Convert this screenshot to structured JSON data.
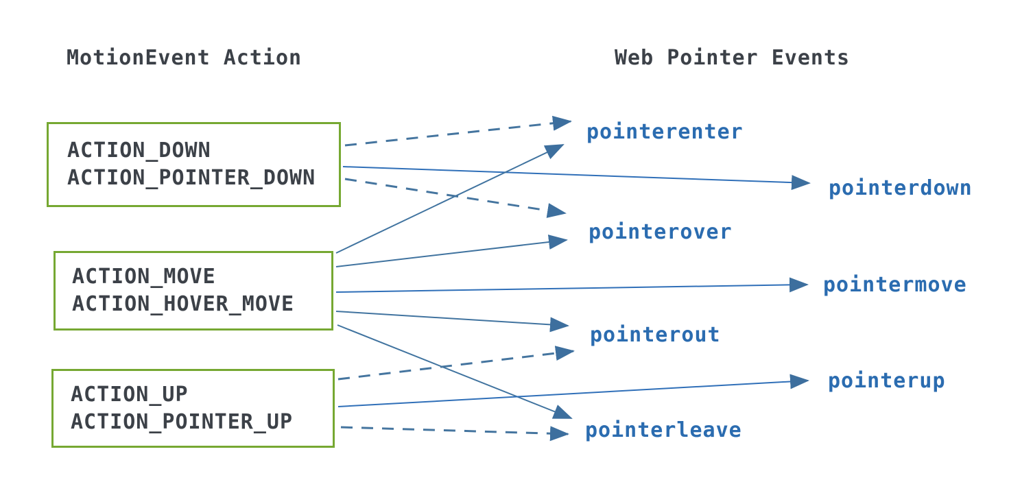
{
  "title_left": "MotionEvent Action",
  "title_right": "Web Pointer Events",
  "boxes": [
    {
      "line1": "ACTION_DOWN",
      "line2": "ACTION_POINTER_DOWN"
    },
    {
      "line1": "ACTION_MOVE",
      "line2": "ACTION_HOVER_MOVE"
    },
    {
      "line1": "ACTION_UP",
      "line2": "ACTION_POINTER_UP"
    }
  ],
  "events": [
    {
      "name": "pointerenter"
    },
    {
      "name": "pointerdown"
    },
    {
      "name": "pointerover"
    },
    {
      "name": "pointermove"
    },
    {
      "name": "pointerout"
    },
    {
      "name": "pointerup"
    },
    {
      "name": "pointerleave"
    }
  ],
  "connections": [
    {
      "from": "ACTION_DOWN / ACTION_POINTER_DOWN",
      "to": "pointerenter",
      "line": "dashed"
    },
    {
      "from": "ACTION_DOWN / ACTION_POINTER_DOWN",
      "to": "pointerdown",
      "line": "solid"
    },
    {
      "from": "ACTION_DOWN / ACTION_POINTER_DOWN",
      "to": "pointerover",
      "line": "dashed"
    },
    {
      "from": "ACTION_MOVE / ACTION_HOVER_MOVE",
      "to": "pointerenter",
      "line": "solid"
    },
    {
      "from": "ACTION_MOVE / ACTION_HOVER_MOVE",
      "to": "pointerover",
      "line": "solid"
    },
    {
      "from": "ACTION_MOVE / ACTION_HOVER_MOVE",
      "to": "pointermove",
      "line": "solid"
    },
    {
      "from": "ACTION_MOVE / ACTION_HOVER_MOVE",
      "to": "pointerout",
      "line": "solid"
    },
    {
      "from": "ACTION_MOVE / ACTION_HOVER_MOVE",
      "to": "pointerleave",
      "line": "solid"
    },
    {
      "from": "ACTION_UP / ACTION_POINTER_UP",
      "to": "pointerout",
      "line": "dashed"
    },
    {
      "from": "ACTION_UP / ACTION_POINTER_UP",
      "to": "pointerup",
      "line": "solid"
    },
    {
      "from": "ACTION_UP / ACTION_POINTER_UP",
      "to": "pointerleave",
      "line": "dashed"
    }
  ],
  "colors": {
    "box_border": "#76a832",
    "action_text": "#3c4148",
    "event_text": "#2b6cb0",
    "arrow_solid": "#40739f",
    "arrow_bright": "#2f6fb8",
    "arrow_dashed": "#45759f",
    "arrowhead": "#3d6f9e"
  }
}
